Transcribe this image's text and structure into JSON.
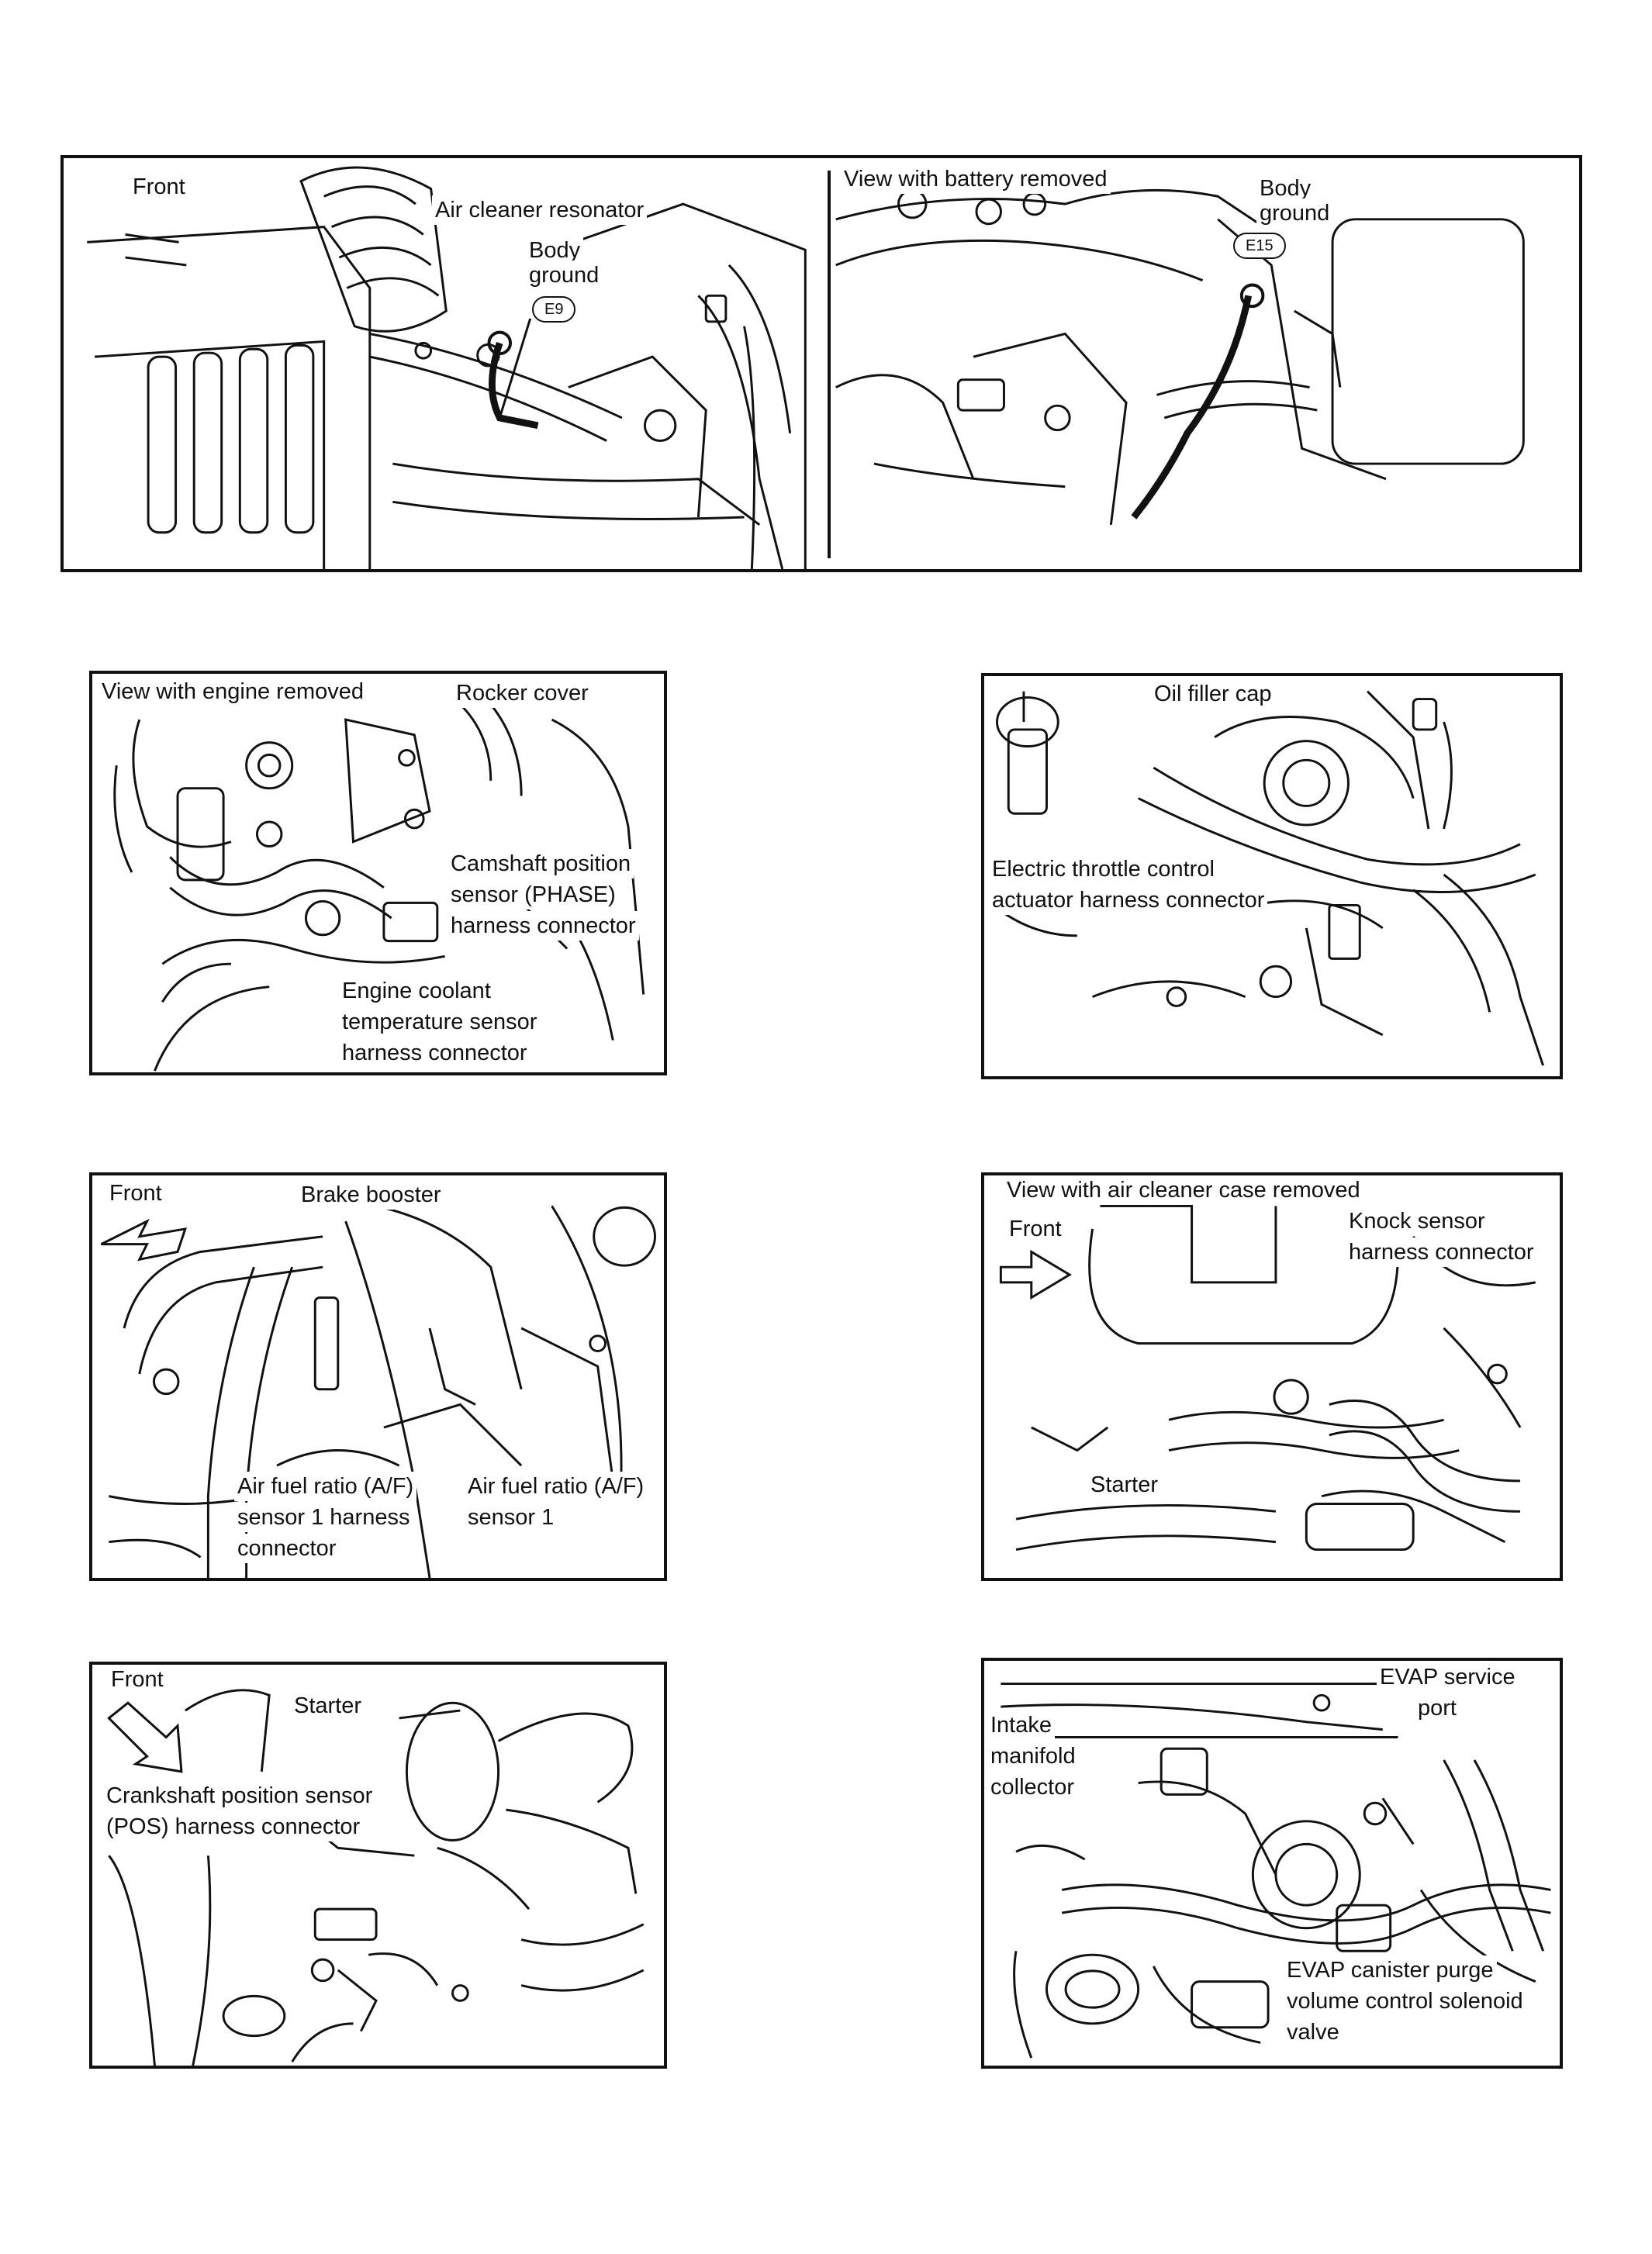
{
  "panel_top": {
    "left": {
      "front": "Front",
      "resonator": "Air cleaner resonator",
      "ground_line1": "Body",
      "ground_line2": "ground",
      "badge": "E9"
    },
    "right": {
      "title": "View with battery removed",
      "ground_line1": "Body",
      "ground_line2": "ground",
      "badge": "E15"
    }
  },
  "panel_camshaft": {
    "title": "View with engine removed",
    "rocker": "Rocker cover",
    "cam_1": "Camshaft position",
    "cam_2": "sensor (PHASE)",
    "cam_3": "harness connector",
    "ect_1": "Engine coolant",
    "ect_2": "temperature sensor",
    "ect_3": "harness connector"
  },
  "panel_throttle": {
    "oil": "Oil filler cap",
    "etc_1": "Electric throttle control",
    "etc_2": "actuator harness connector"
  },
  "panel_af": {
    "front": "Front",
    "brake": "Brake booster",
    "af_h1": "Air fuel ratio (A/F)",
    "af_h2": "sensor 1 harness",
    "af_h3": "connector",
    "af_s1": "Air fuel ratio (A/F)",
    "af_s2": "sensor 1"
  },
  "panel_knock": {
    "title": "View with air cleaner case removed",
    "front": "Front",
    "knock_1": "Knock sensor",
    "knock_2": "harness connector",
    "starter": "Starter"
  },
  "panel_crank": {
    "front": "Front",
    "starter": "Starter",
    "crank_1": "Crankshaft position sensor",
    "crank_2": "(POS) harness connector"
  },
  "panel_evap": {
    "port_1": "EVAP service",
    "port_2": "port",
    "intake_1": "Intake",
    "intake_2": "manifold",
    "intake_3": "collector",
    "purge_1": "EVAP canister purge",
    "purge_2": "volume control solenoid",
    "purge_3": "valve"
  }
}
